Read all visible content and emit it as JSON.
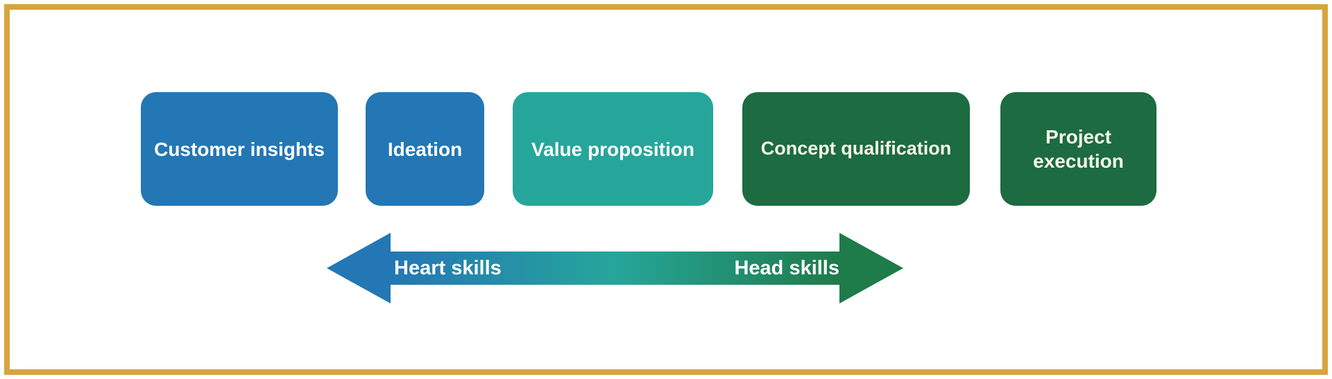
{
  "frame": {
    "border_color": "#d7a43e"
  },
  "boxes": [
    {
      "label": "Customer insights",
      "color": "#2377b4",
      "text_color": "#ffffff"
    },
    {
      "label": "Ideation",
      "color": "#2377b4",
      "text_color": "#ffffff"
    },
    {
      "label": "Value proposition",
      "color": "#26a69a",
      "text_color": "#ffffff"
    },
    {
      "label": "Concept qualification",
      "color": "#1c6b41",
      "text_color": "#faf7eb"
    },
    {
      "label": "Project execution",
      "color": "#1c6b41",
      "text_color": "#faf7eb"
    }
  ],
  "arrow": {
    "left_label": "Heart skills",
    "right_label": "Head skills",
    "text_color": "#ffffff",
    "gradient_start": "#2377b4",
    "gradient_mid": "#26a69a",
    "gradient_end": "#1e7b4a"
  }
}
